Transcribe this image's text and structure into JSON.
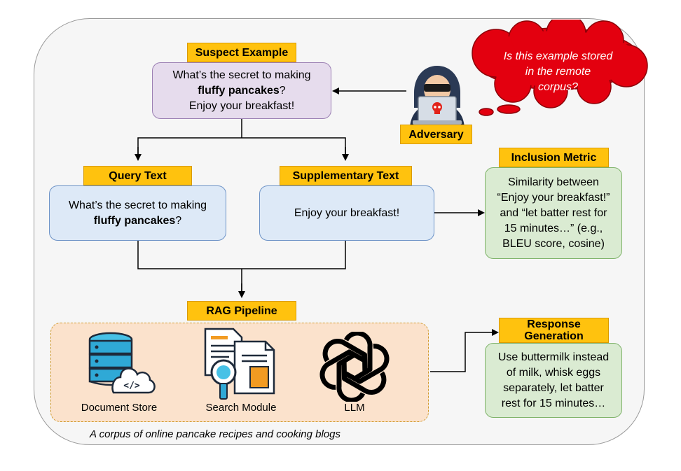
{
  "suspect": {
    "tag": "Suspect Example",
    "line1": "What’s the secret to making",
    "line2_bold": "fluffy pancakes",
    "line2_rest": "?",
    "line3": "Enjoy your breakfast!"
  },
  "adversary": {
    "tag": "Adversary",
    "thought_lines": [
      "Is this example stored",
      "in the remote",
      "corpus?"
    ]
  },
  "query": {
    "tag": "Query Text",
    "line1": "What’s the secret to making",
    "line2_bold": "fluffy pancakes",
    "line2_rest": "?"
  },
  "supplementary": {
    "tag": "Supplementary Text",
    "text": "Enjoy your breakfast!"
  },
  "inclusion": {
    "tag": "Inclusion Metric",
    "lines": [
      "Similarity between",
      "“Enjoy your breakfast!”",
      "and “let batter rest for",
      "15 minutes…” (e.g.,",
      "BLEU score, cosine)"
    ]
  },
  "rag": {
    "tag": "RAG Pipeline",
    "components": {
      "document_store": "Document Store",
      "search_module": "Search Module",
      "llm": "LLM"
    },
    "caption": "A corpus of online pancake recipes and cooking blogs"
  },
  "response": {
    "tag_lines": [
      "Response",
      "Generation"
    ],
    "lines": [
      "Use buttermilk instead",
      "of milk, whisk eggs",
      "separately, let batter",
      "rest for 15 minutes…"
    ]
  },
  "colors": {
    "tag_fill": "#ffc20e",
    "suspect_fill": "#e6dced",
    "text_box_fill": "#dde9f7",
    "metric_fill": "#daebd2",
    "rag_fill": "#fbe2cc",
    "thought_fill": "#e3000f"
  },
  "icons": [
    "hacker-icon",
    "thought-cloud-icon",
    "database-cloud-icon",
    "document-search-icon",
    "openai-logo-icon"
  ]
}
